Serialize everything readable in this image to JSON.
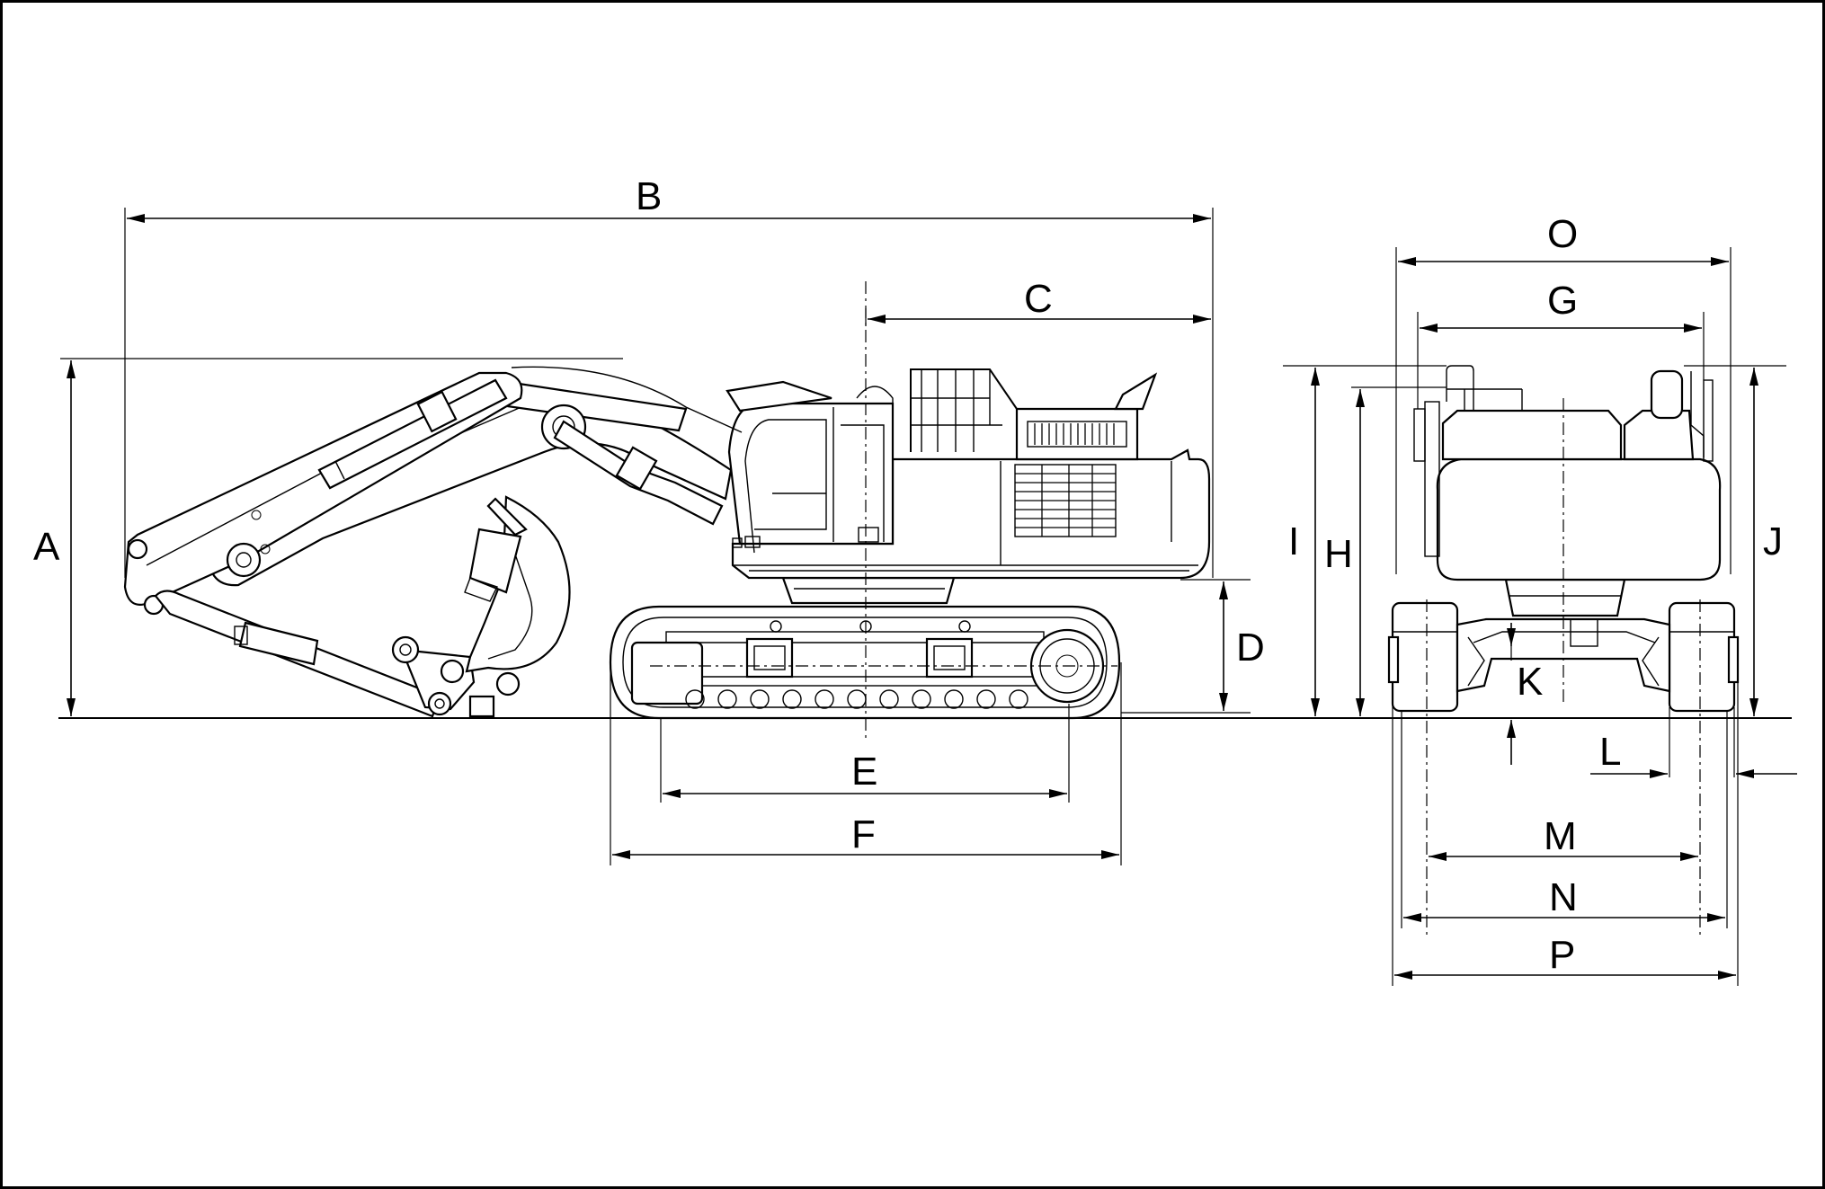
{
  "labels": {
    "A": "A",
    "B": "B",
    "C": "C",
    "D": "D",
    "E": "E",
    "F": "F",
    "G": "G",
    "H": "H",
    "I": "I",
    "J": "J",
    "K": "K",
    "L": "L",
    "M": "M",
    "N": "N",
    "O": "O",
    "P": "P"
  },
  "colors": {
    "line": "#000000",
    "background": "#ffffff"
  }
}
